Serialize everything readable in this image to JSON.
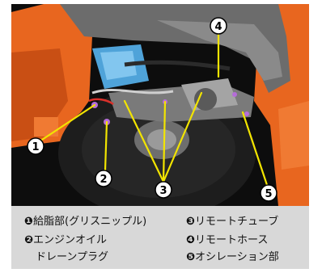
{
  "callouts": [
    {
      "number": "1",
      "label": "給脂部(グリスニップル)"
    },
    {
      "number": "2",
      "label": "エンジンオイル",
      "label_line2": "ドレーンプラグ"
    },
    {
      "number": "3",
      "label": "リモートチューブ"
    },
    {
      "number": "4",
      "label": "リモートホース"
    },
    {
      "number": "5",
      "label": "オシレーション部"
    }
  ],
  "colors": {
    "body_orange": "#e8661f",
    "callout_yellow": "#f2e400",
    "caption_bg": "#d8d8d8"
  }
}
